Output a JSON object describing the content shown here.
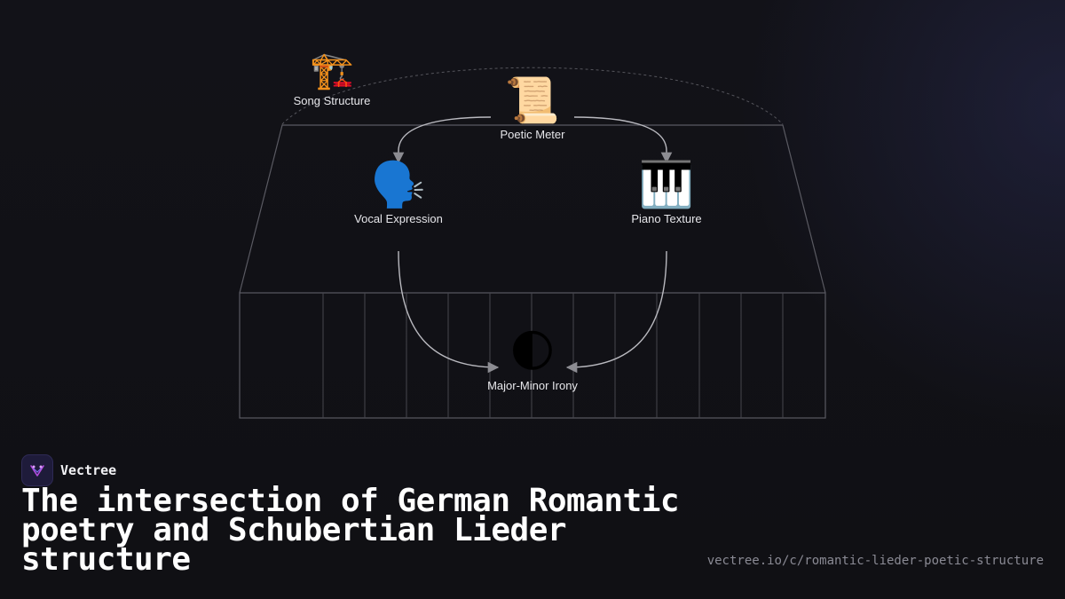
{
  "diagram": {
    "nodes": [
      {
        "id": "song-structure",
        "icon": "construction-crane-icon",
        "glyph": "🏗️",
        "label": "Song Structure"
      },
      {
        "id": "poetic-meter",
        "icon": "scroll-icon",
        "glyph": "📜",
        "label": "Poetic Meter"
      },
      {
        "id": "vocal-expression",
        "icon": "speaking-head-icon",
        "glyph": "🗣️",
        "label": "Vocal Expression"
      },
      {
        "id": "piano-texture",
        "icon": "piano-keys-icon",
        "glyph": "🎹",
        "label": "Piano Texture"
      },
      {
        "id": "major-minor-irony",
        "icon": "half-moon-icon",
        "glyph": "🌓",
        "label": "Major-Minor Irony"
      }
    ],
    "edges": [
      {
        "from": "poetic-meter",
        "to": "vocal-expression"
      },
      {
        "from": "poetic-meter",
        "to": "piano-texture"
      },
      {
        "from": "vocal-expression",
        "to": "major-minor-irony"
      },
      {
        "from": "piano-texture",
        "to": "major-minor-irony"
      }
    ]
  },
  "brand": {
    "name": "Vectree",
    "logo_icon": "vectree-logo-icon"
  },
  "title": "The intersection of German Romantic poetry and Schubertian Lieder structure",
  "url": "vectree.io/c/romantic-lieder-poetic-structure",
  "colors": {
    "background": "#111116",
    "line": "#5a5a62",
    "edge": "#b9b9bf",
    "brand_accent": "#b44ce0"
  }
}
